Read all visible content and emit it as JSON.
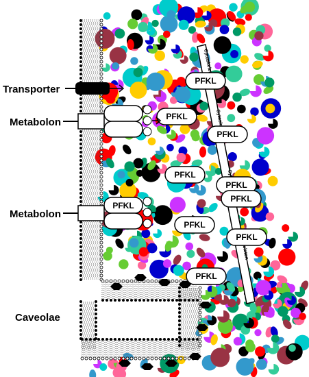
{
  "labels": {
    "transporter": "Transporter",
    "metabolon_upper": "Metabolon",
    "metabolon_lower": "Metabolon",
    "caveolae": "Caveolae"
  },
  "enzyme_label": "PFKL",
  "cytoskeleton_label": "Cytoskeleton",
  "cytoskeleton_pfkl_count": 9,
  "metabolon_lower_pfkl": "PFKL",
  "colors": {
    "molecules": [
      "#ff0000",
      "#cc33ff",
      "#33cc99",
      "#009966",
      "#3399cc",
      "#0000cc",
      "#00cccc",
      "#993344",
      "#ffcc00",
      "#ff6699",
      "#000000",
      "#66cc33"
    ],
    "membrane": "#000000",
    "transporter": "#000000",
    "background": "#ffffff"
  }
}
